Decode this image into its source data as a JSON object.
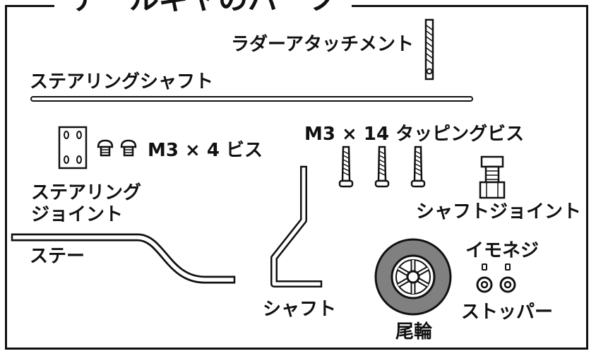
{
  "title": "テールギヤのパーツ",
  "labels": {
    "rudder_attachment": "ラダーアタッチメント",
    "steering_shaft": "ステアリングシャフト",
    "m3x4_screw": "M3 × 4 ビス",
    "m3x14_tapping_screw": "M3 × 14 タッピングビス",
    "steering_joint_line1": "ステアリング",
    "steering_joint_line2": "ジョイント",
    "shaft_joint": "シャフトジョイント",
    "stay": "ステー",
    "set_screw": "イモネジ",
    "shaft": "シャフト",
    "tail_wheel": "尾輪",
    "stopper": "ストッパー"
  },
  "colors": {
    "line": "#111111",
    "wheel_tire": "#808080",
    "background": "#ffffff"
  }
}
